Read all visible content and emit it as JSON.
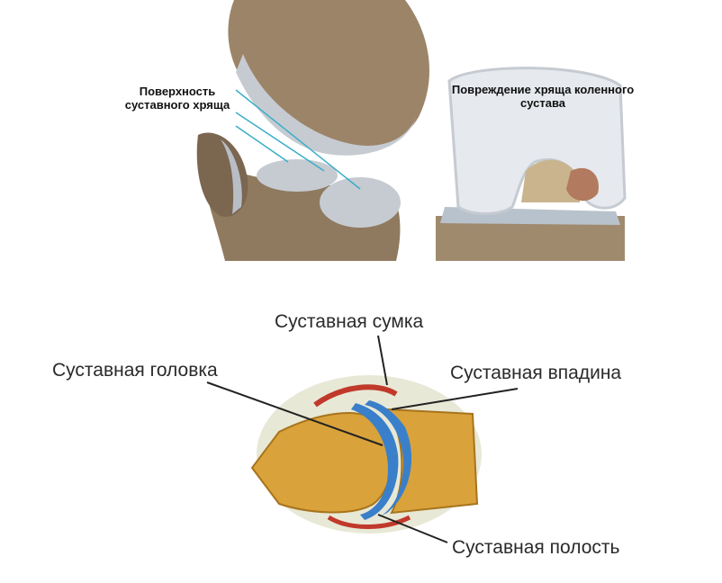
{
  "labels": {
    "surface": "Поверхность суставного хряща",
    "damage": "Повреждение хряща коленного сустава",
    "bursa": "Суставная сумка",
    "head": "Суставная головка",
    "socket": "Суставная впадина",
    "cavity": "Суставная полость"
  },
  "colors": {
    "bone": "#9c8468",
    "bone_dark": "#7b6650",
    "cartilage": "#c6cbd2",
    "cartilage_light": "#e6e9ee",
    "pointer_line": "#3aaec7",
    "spongy_bone": "#d9a23a",
    "articular_cartilage": "#3a7fc9",
    "capsule_red": "#c0392b",
    "capsule_bg": "#e8e8d6",
    "damage": "#b27a5e"
  }
}
